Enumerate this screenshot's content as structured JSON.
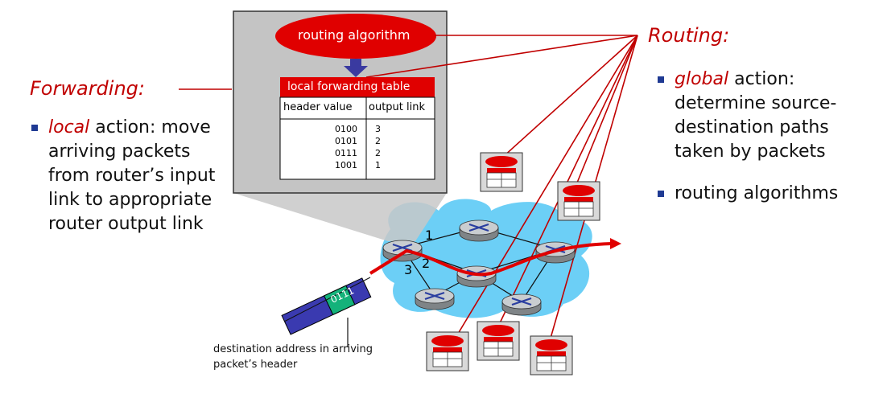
{
  "forwarding": {
    "heading": "Forwarding:",
    "bullet_em": "local",
    "bullet_rest": " action: move",
    "lines": [
      "arriving packets",
      "from router’s input",
      "link to appropriate",
      "router output link"
    ]
  },
  "routing": {
    "heading": "Routing:",
    "bullet1_em": "global",
    "bullet1_rest": " action:",
    "bullet1_lines": [
      "determine source-",
      "destination paths",
      "taken by packets"
    ],
    "bullet2": "routing algorithms"
  },
  "algorithm": {
    "label": "routing algorithm"
  },
  "table": {
    "title": "local forwarding table",
    "headers": [
      "header value",
      "output link"
    ],
    "rows": [
      {
        "header": "0100",
        "link": "3"
      },
      {
        "header": "0101",
        "link": "2"
      },
      {
        "header": "0111",
        "link": "2"
      },
      {
        "header": "1001",
        "link": "1"
      }
    ]
  },
  "ports": {
    "p1": "1",
    "p2": "2",
    "p3": "3"
  },
  "packet": {
    "header_bits": "0111"
  },
  "caption": {
    "line1": "destination address in arriving",
    "line2": "packet’s header"
  },
  "colors": {
    "accent": "#c00000",
    "bullet": "#1f3a93",
    "network": "#6ccff6",
    "ellipse": "#e00000"
  }
}
